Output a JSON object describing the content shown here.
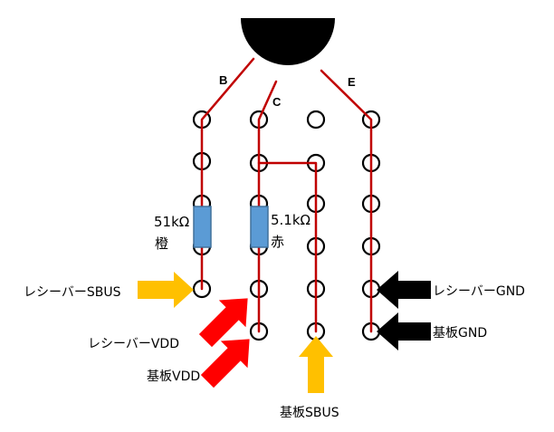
{
  "pins": {
    "base": "B",
    "collector": "C",
    "emitter": "E"
  },
  "resistors": [
    {
      "value": "51kΩ",
      "color_word": "橙"
    },
    {
      "value": "5.1kΩ",
      "color_word": "赤"
    }
  ],
  "labels": {
    "receiver_sbus": "レシーバーSBUS",
    "receiver_vdd": "レシーバーVDD",
    "board_vdd": "基板VDD",
    "board_sbus": "基板SBUS",
    "receiver_gnd": "レシーバーGND",
    "board_gnd": "基板GND"
  },
  "colors": {
    "wire": "#c00000",
    "transistor": "#000000",
    "resistor_fill": "#5b9bd5",
    "resistor_stroke": "#41719c",
    "arrow_sbus": "#ffc000",
    "arrow_vdd": "#ff0000",
    "arrow_gnd": "#000000"
  },
  "icons": {
    "transistor": "transistor-body-icon",
    "resistor": "resistor-icon",
    "arrow": "arrow-icon",
    "hole": "breadboard-hole-icon"
  }
}
